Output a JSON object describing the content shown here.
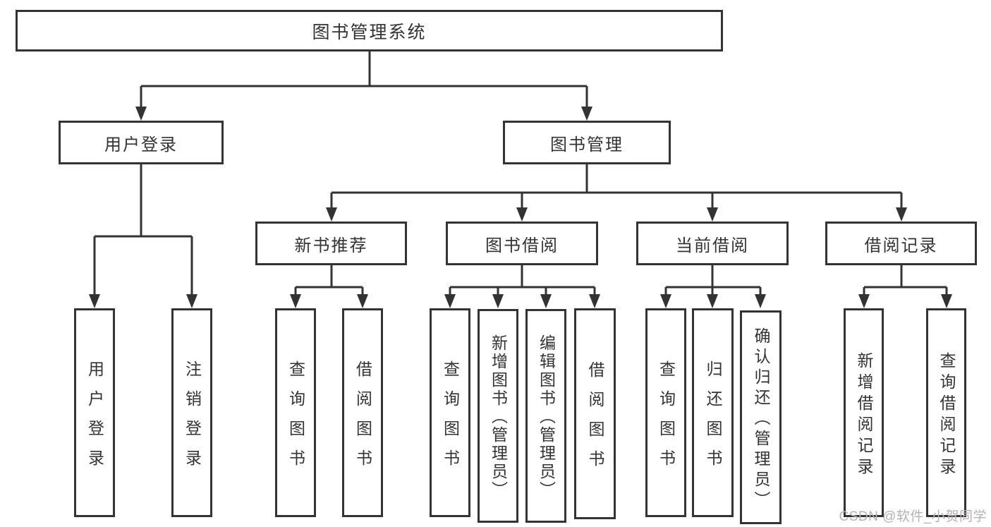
{
  "title": "图书管理系统",
  "tree": {
    "label": "图书管理系统",
    "children": [
      {
        "label": "用户登录",
        "children": [
          {
            "label": "用户登录"
          },
          {
            "label": "注销登录"
          }
        ]
      },
      {
        "label": "图书管理",
        "children": [
          {
            "label": "新书推荐",
            "children": [
              {
                "label": "查询图书"
              },
              {
                "label": "借阅图书"
              }
            ]
          },
          {
            "label": "图书借阅",
            "children": [
              {
                "label": "查询图书"
              },
              {
                "label": "新增图书（管理员）"
              },
              {
                "label": "编辑图书（管理员）"
              },
              {
                "label": "借阅图书"
              }
            ]
          },
          {
            "label": "当前借阅",
            "children": [
              {
                "label": "查询图书"
              },
              {
                "label": "归还图书"
              },
              {
                "label": "确认归还（管理员）"
              }
            ]
          },
          {
            "label": "借阅记录",
            "children": [
              {
                "label": "新增借阅记录"
              },
              {
                "label": "查询借阅记录"
              }
            ]
          }
        ]
      }
    ]
  },
  "watermark": "CSDN @软件_小贺同学",
  "colors": {
    "background": "#ffffff",
    "line": "#333333",
    "box_border": "#333333",
    "text": "#333333",
    "watermark": "#b9b1b1"
  }
}
